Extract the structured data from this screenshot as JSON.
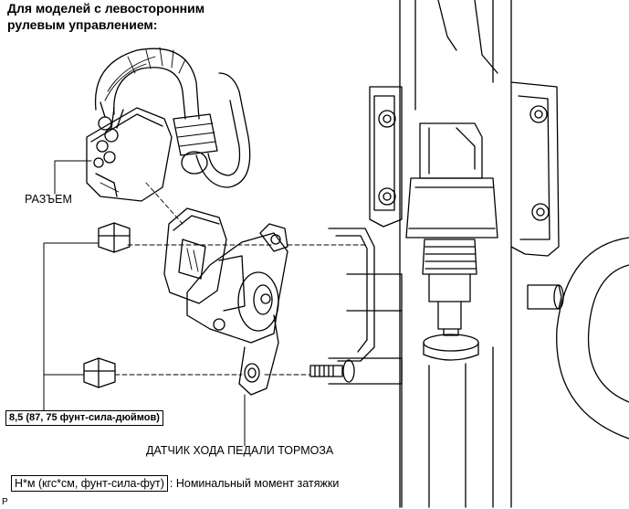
{
  "heading": {
    "line1": "Для моделей с левосторонним",
    "line2": "рулевым управлением:"
  },
  "labels": {
    "connector": "РАЗЪЕМ",
    "sensor": "ДАТЧИК ХОДА ПЕДАЛИ ТОРМОЗА"
  },
  "torque_spec": "8,5 (87, 75 фунт-сила-дюймов)",
  "legend": {
    "box_text": "Н*м (кгс*см, фунт-сила-фут)",
    "description": ": Номинальный момент затяжки"
  },
  "corner_mark": "P"
}
